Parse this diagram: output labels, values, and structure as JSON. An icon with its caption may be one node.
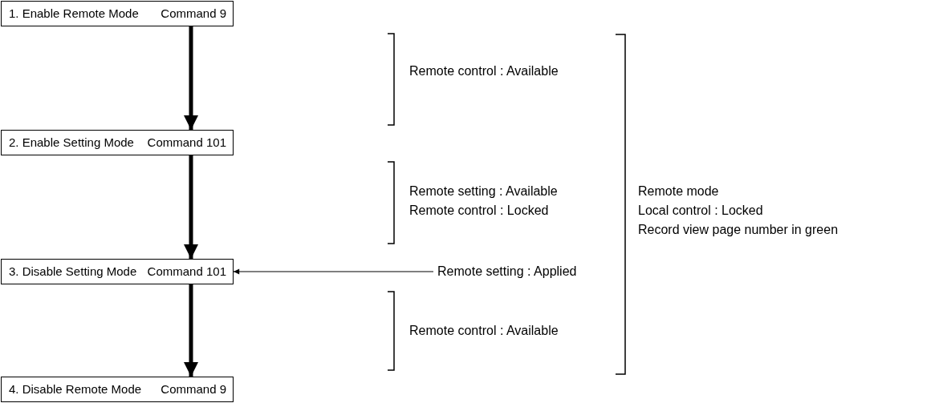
{
  "diagram": {
    "nodes": [
      {
        "text": [
          "1.  Enable Remote Mode",
          "Command 9"
        ]
      },
      {
        "text": [
          "2.  Enable Setting Mode",
          "Command 101"
        ]
      },
      {
        "text": [
          "3.  Disable Setting Mode",
          "Command 101"
        ]
      },
      {
        "text": [
          "4.  Disable Remote Mode",
          "Command 9"
        ]
      },
      {
        "text": [
          "Remote setting : Applied"
        ]
      }
    ],
    "edges": [
      {
        "from": 0,
        "to": 1,
        "arrow": "to"
      },
      {
        "from": 1,
        "to": 2,
        "arrow": "to"
      },
      {
        "from": 2,
        "to": 3,
        "arrow": "to"
      },
      {
        "from": 4,
        "to": 2,
        "arrow": "to"
      }
    ],
    "labels": [
      "Remote control : Available",
      "Remote setting : Available",
      "Remote control : Locked",
      "Remote control : Available",
      "Remote mode",
      "Local control : Locked",
      "Record view page number in green"
    ]
  }
}
